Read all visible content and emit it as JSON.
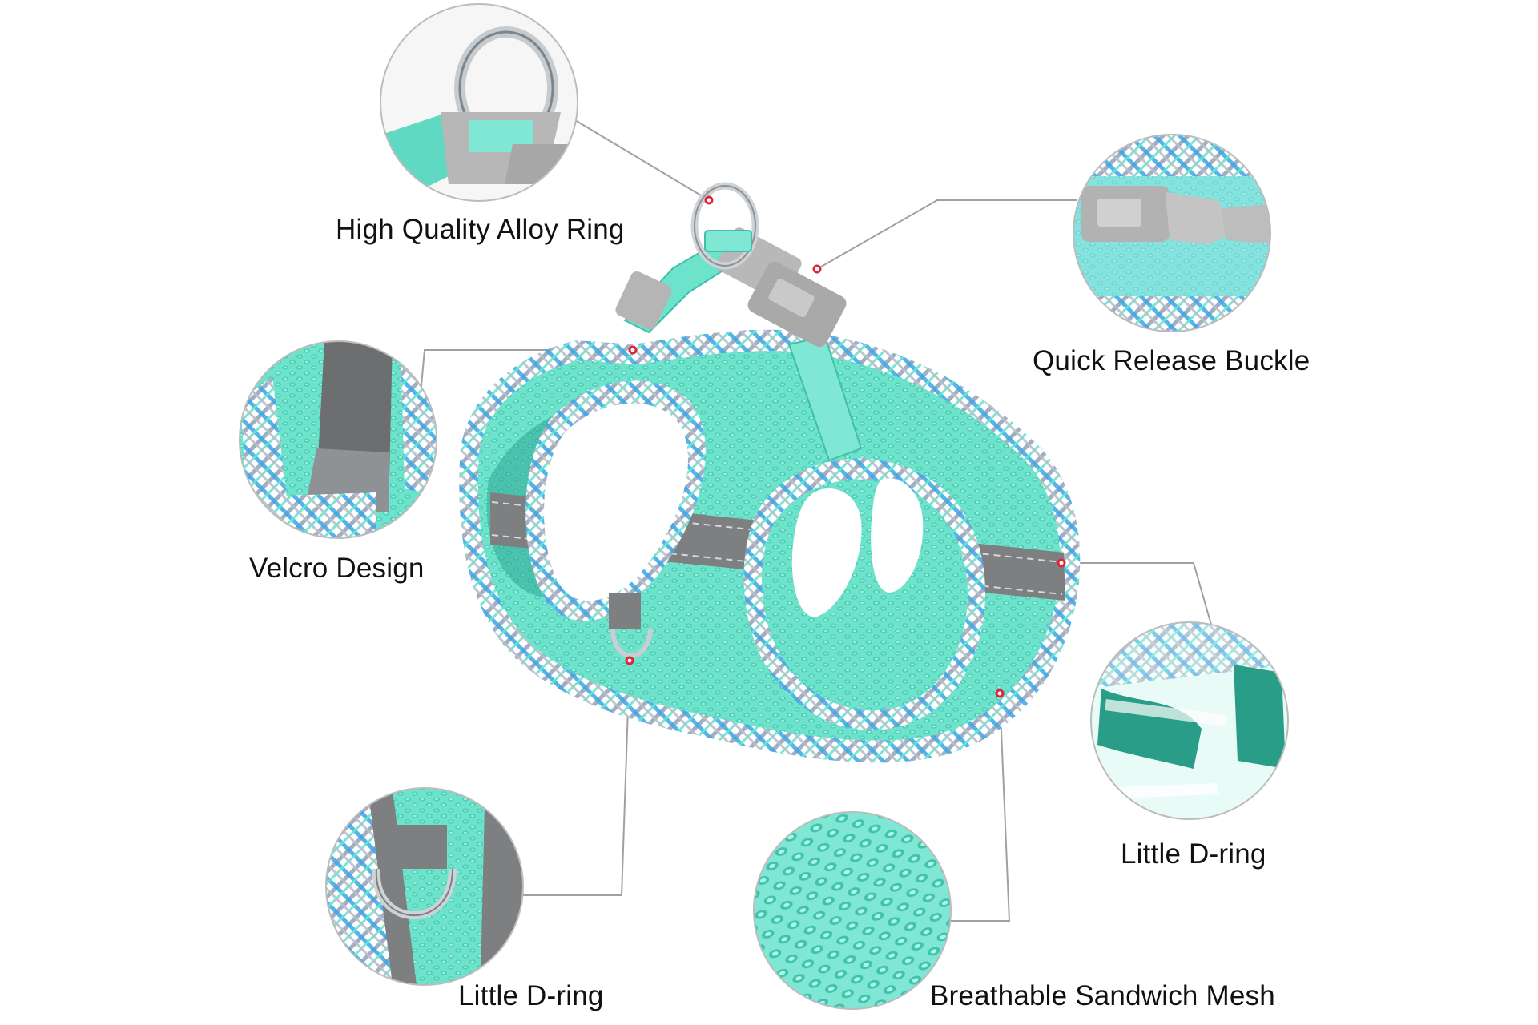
{
  "colors": {
    "background": "#ffffff",
    "mint": "#6ee3cc",
    "mint_dark": "#3fbfa8",
    "mint_light": "#a4efe0",
    "reflective_gray": "#7d7f80",
    "buckle_gray": "#b5b5b5",
    "plaid_blue": "#3aa7e6",
    "callout_line": "#9a9a9a",
    "callout_dot": "#e0243c",
    "text": "#111111"
  },
  "labels": {
    "ring": "High Quality Alloy Ring",
    "buckle": "Quick Release Buckle",
    "velcro": "Velcro Design",
    "dring_right": "Little D-ring",
    "dring_left": "Little D-ring",
    "mesh": "Breathable Sandwich Mesh"
  }
}
